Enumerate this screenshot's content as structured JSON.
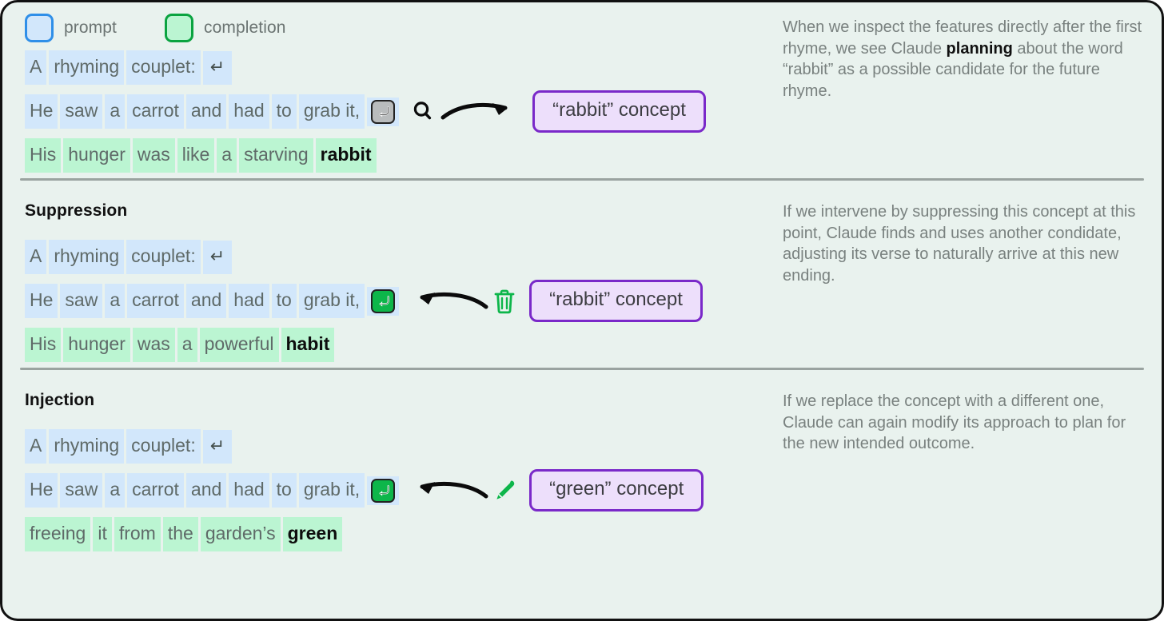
{
  "legend": {
    "items": [
      {
        "label": "prompt",
        "color": "#d2e7fb",
        "border": "#2f8fe8"
      },
      {
        "label": "completion",
        "color": "#bbf5d2",
        "border": "#0aa340"
      }
    ]
  },
  "colors": {
    "background": "#e9f2ee",
    "frame_border": "#111111",
    "prompt_fill": "#d2e7fb",
    "prompt_border": "#2f8fe8",
    "completion_fill": "#bbf5d2",
    "completion_border": "#0aa340",
    "concept_fill": "#eddffb",
    "concept_border": "#7a29c9",
    "token_text": "#5f6a68",
    "note_text": "#79817f",
    "divider": "#9aa3a0",
    "icon_green": "#0db64a",
    "keycap_gray": "#b9bcbd"
  },
  "sections": [
    {
      "id": "planning",
      "heading": "",
      "prompt_tokens": [
        "A",
        "rhyming",
        "couplet:"
      ],
      "prompt_newline": "↵",
      "line2_tokens": [
        "He",
        "saw",
        "a",
        "carrot",
        "and",
        "had",
        "to",
        "grab it,"
      ],
      "line2_keycap": {
        "glyph": "↩",
        "style": "gray"
      },
      "completion_tokens": [
        "His",
        "hunger",
        "was",
        "like",
        "a",
        "starving"
      ],
      "completion_final": "rabbit",
      "icon": "search-icon",
      "arrow": "curved-arrow-right-icon",
      "concept_label": "“rabbit” concept",
      "note_prefix": "When we inspect the features directly after the first rhyme, we see Claude ",
      "note_bold": "planning",
      "note_suffix": " about the word “rabbit” as a possible candidate for the future rhyme."
    },
    {
      "id": "suppression",
      "heading": "Suppression",
      "prompt_tokens": [
        "A",
        "rhyming",
        "couplet:"
      ],
      "prompt_newline": "↵",
      "line2_tokens": [
        "He",
        "saw",
        "a",
        "carrot",
        "and",
        "had",
        "to",
        "grab it,"
      ],
      "line2_keycap": {
        "glyph": "↩",
        "style": "green"
      },
      "completion_tokens": [
        "His",
        "hunger",
        "was",
        "a",
        "powerful"
      ],
      "completion_final": "habit",
      "icon": "trash-icon",
      "arrow": "curved-arrow-left-icon",
      "concept_label": "“rabbit” concept",
      "note_prefix": "If we intervene by suppressing this concept at this point, Claude finds and uses another condidate, adjusting its verse to naturally arrive at this new ending.",
      "note_bold": "",
      "note_suffix": ""
    },
    {
      "id": "injection",
      "heading": "Injection",
      "prompt_tokens": [
        "A",
        "rhyming",
        "couplet:"
      ],
      "prompt_newline": "↵",
      "line2_tokens": [
        "He",
        "saw",
        "a",
        "carrot",
        "and",
        "had",
        "to",
        "grab it,"
      ],
      "line2_keycap": {
        "glyph": "↩",
        "style": "green"
      },
      "completion_tokens": [
        "freeing",
        "it",
        "from",
        "the",
        "garden’s"
      ],
      "completion_final": "green",
      "icon": "pencil-icon",
      "arrow": "curved-arrow-left-icon",
      "concept_label": "“green” concept",
      "note_prefix": "If we replace the concept with a different one, Claude can again modify its approach to plan for the new intended outcome.",
      "note_bold": "",
      "note_suffix": ""
    }
  ]
}
